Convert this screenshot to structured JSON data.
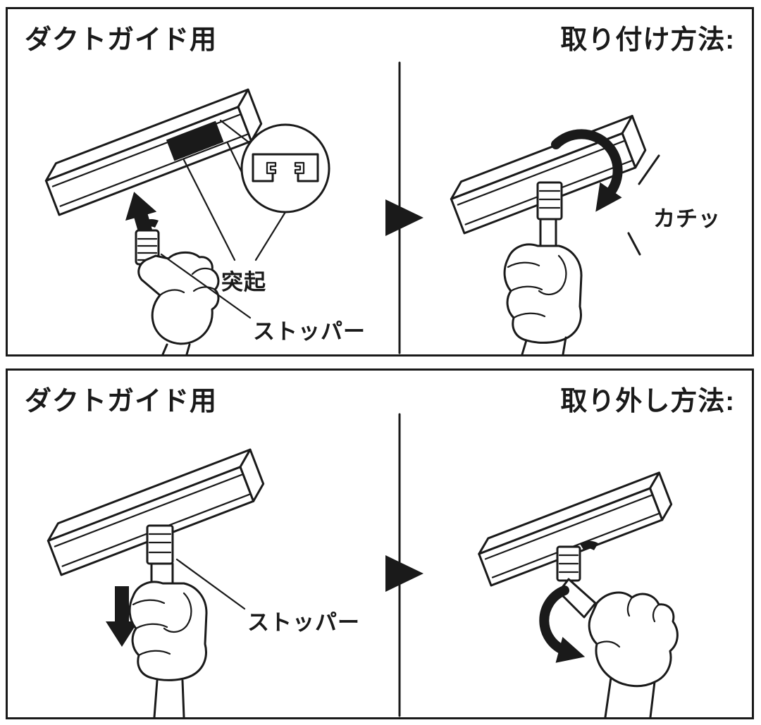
{
  "colors": {
    "ink": "#1a1a1a",
    "background": "#ffffff"
  },
  "panels": [
    {
      "title_left": "ダクトガイド用",
      "title_right": "取り付け方法:",
      "labels": {
        "protrusion": "突起",
        "stopper": "ストッパー"
      },
      "sound_effect": "カチッ"
    },
    {
      "title_left": "ダクトガイド用",
      "title_right": "取り外し方法:",
      "labels": {
        "stopper": "ストッパー"
      }
    }
  ]
}
